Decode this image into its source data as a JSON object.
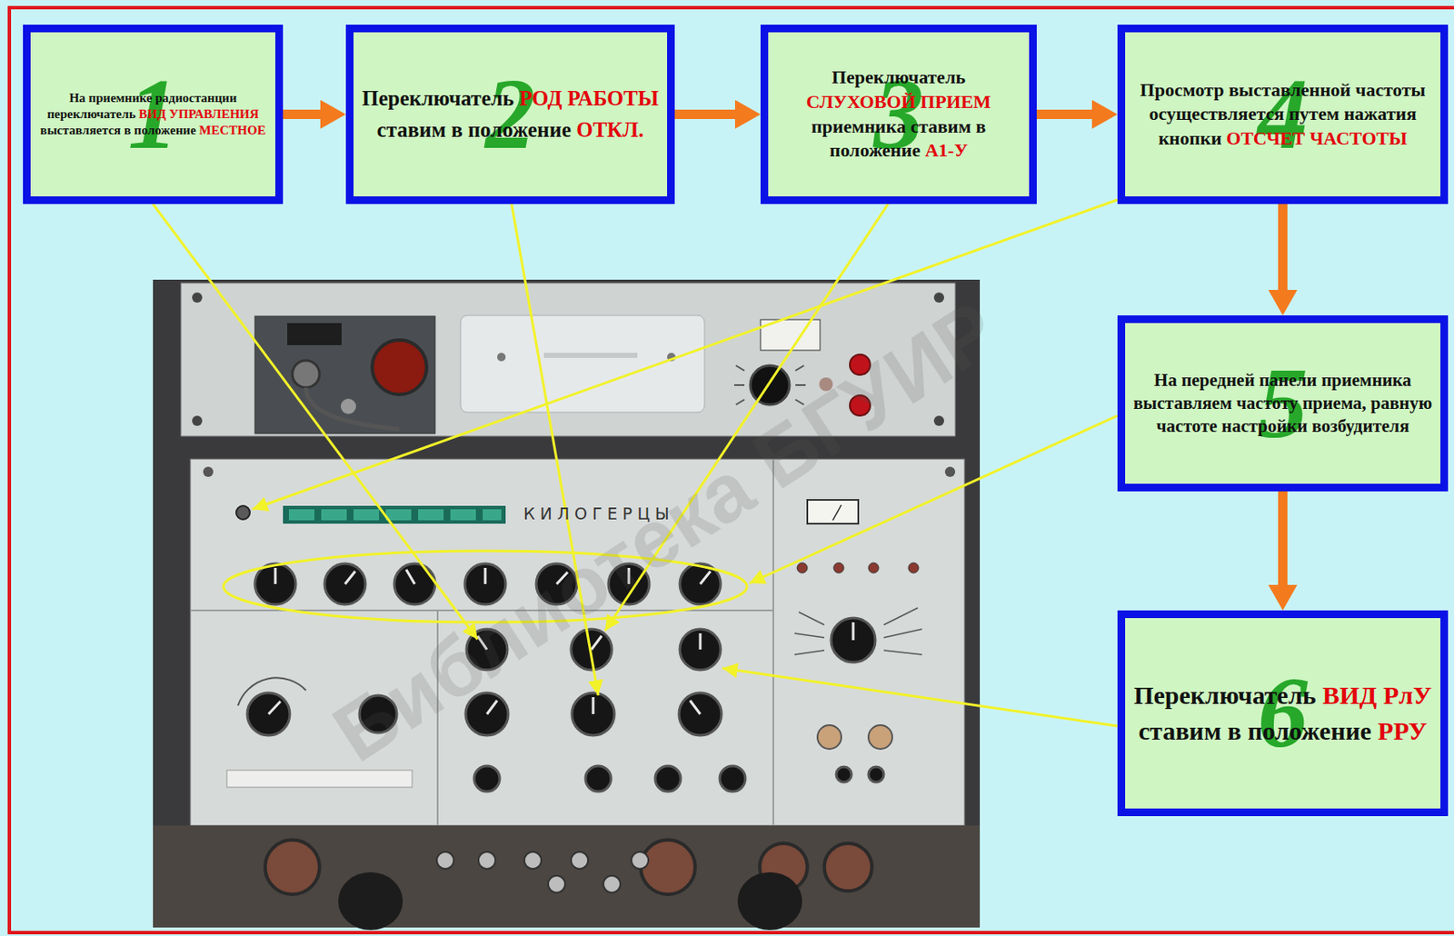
{
  "diagram": {
    "nodes": [
      {
        "text": [
          "На приемнике радиостанции переключатель",
          "ВИД УПРАВЛЕНИЯ",
          "выставляется в положение",
          "МЕСТНОЕ",
          "1"
        ]
      },
      {
        "text": [
          "Переключатель",
          "РОД РАБОТЫ",
          "ставим в положение",
          "ОТКЛ.",
          "2"
        ]
      },
      {
        "text": [
          "Переключатель",
          "СЛУХОВОЙ ПРИЕМ",
          "приемника ставим в положение",
          "А1-У",
          "3"
        ]
      },
      {
        "text": [
          "Просмотр выставленной частоты осуществляется путем нажатия кнопки",
          "ОТСЧЕТ ЧАСТОТЫ",
          "4"
        ]
      },
      {
        "text": [
          "На передней панели приемника выставляем частоту приема, равную частоте настройки возбудителя",
          "5"
        ]
      },
      {
        "text": [
          "Переключатель",
          "ВИД РлУ",
          "ставим в положение",
          "РРУ",
          "6"
        ]
      }
    ],
    "edges": [
      {
        "from": 0,
        "to": 1,
        "arrow": "to"
      },
      {
        "from": 1,
        "to": 2,
        "arrow": "to"
      },
      {
        "from": 2,
        "to": 3,
        "arrow": "to"
      },
      {
        "from": 3,
        "to": 4,
        "arrow": "to"
      },
      {
        "from": 4,
        "to": 5,
        "arrow": "to"
      }
    ],
    "labels": [
      "КИЛОГЕРЦЫ",
      "Библиотека БГУИР"
    ]
  }
}
